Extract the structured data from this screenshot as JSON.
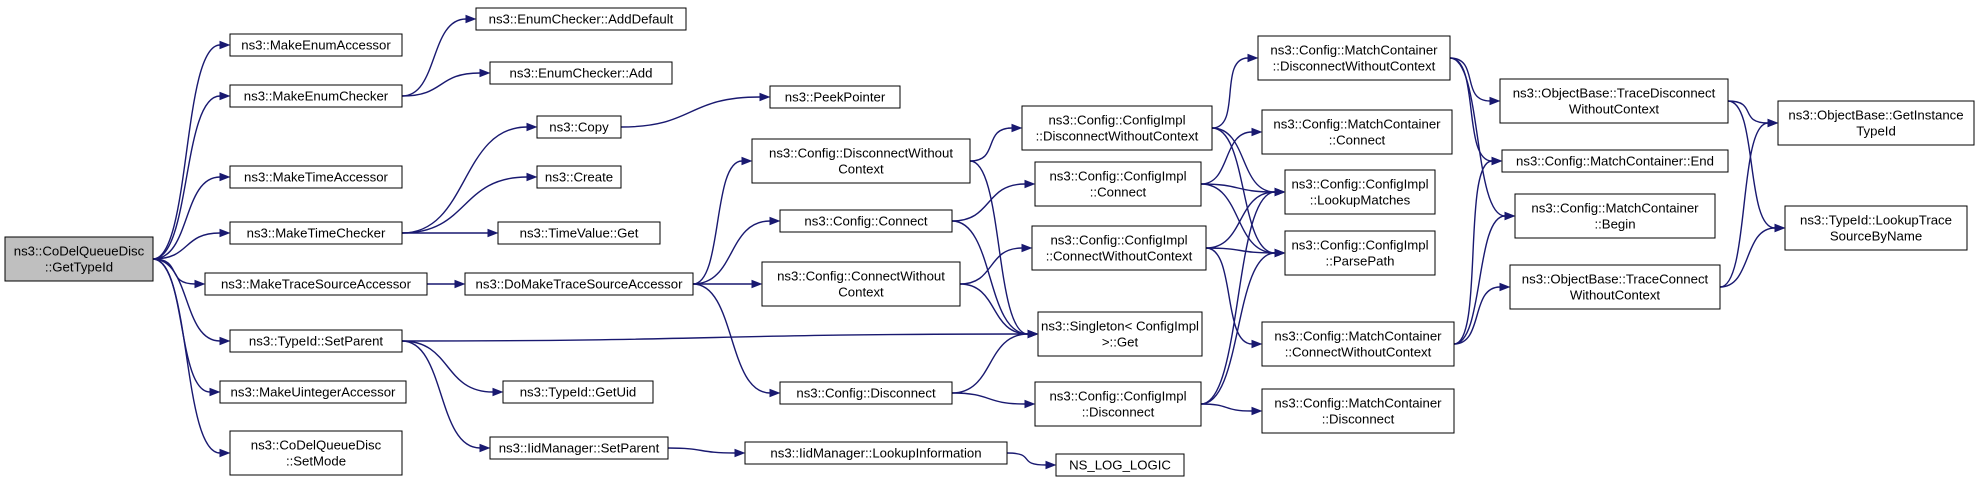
{
  "graph": {
    "nodes": [
      {
        "id": "root",
        "label": [
          "ns3::CoDelQueueDisc",
          "::GetTypeId"
        ],
        "root": true
      },
      {
        "id": "makeEnumAccessor",
        "label": [
          "ns3::MakeEnumAccessor"
        ]
      },
      {
        "id": "makeEnumChecker",
        "label": [
          "ns3::MakeEnumChecker"
        ]
      },
      {
        "id": "makeTimeAccessor",
        "label": [
          "ns3::MakeTimeAccessor"
        ]
      },
      {
        "id": "makeTimeChecker",
        "label": [
          "ns3::MakeTimeChecker"
        ]
      },
      {
        "id": "makeTraceSourceAccessor",
        "label": [
          "ns3::MakeTraceSourceAccessor"
        ]
      },
      {
        "id": "typeIdSetParent",
        "label": [
          "ns3::TypeId::SetParent"
        ]
      },
      {
        "id": "makeUintegerAccessor",
        "label": [
          "ns3::MakeUintegerAccessor"
        ]
      },
      {
        "id": "setMode",
        "label": [
          "ns3::CoDelQueueDisc",
          "::SetMode"
        ]
      },
      {
        "id": "enumAddDefault",
        "label": [
          "ns3::EnumChecker::AddDefault"
        ]
      },
      {
        "id": "enumAdd",
        "label": [
          "ns3::EnumChecker::Add"
        ]
      },
      {
        "id": "copy",
        "label": [
          "ns3::Copy"
        ]
      },
      {
        "id": "create",
        "label": [
          "ns3::Create"
        ]
      },
      {
        "id": "timeValueGet",
        "label": [
          "ns3::TimeValue::Get"
        ]
      },
      {
        "id": "doMakeTraceSourceAccessor",
        "label": [
          "ns3::DoMakeTraceSourceAccessor"
        ]
      },
      {
        "id": "typeIdGetUid",
        "label": [
          "ns3::TypeId::GetUid"
        ]
      },
      {
        "id": "iidSetParent",
        "label": [
          "ns3::IidManager::SetParent"
        ]
      },
      {
        "id": "peekPointer",
        "label": [
          "ns3::PeekPointer"
        ]
      },
      {
        "id": "cfgDisconnectWithoutContext",
        "label": [
          "ns3::Config::DisconnectWithout",
          "Context"
        ]
      },
      {
        "id": "cfgConnect",
        "label": [
          "ns3::Config::Connect"
        ]
      },
      {
        "id": "cfgConnectWithoutContext",
        "label": [
          "ns3::Config::ConnectWithout",
          "Context"
        ]
      },
      {
        "id": "cfgDisconnect",
        "label": [
          "ns3::Config::Disconnect"
        ]
      },
      {
        "id": "iidLookupInformation",
        "label": [
          "ns3::IidManager::LookupInformation"
        ]
      },
      {
        "id": "implDisconnectWithoutContext",
        "label": [
          "ns3::Config::ConfigImpl",
          "::DisconnectWithoutContext"
        ]
      },
      {
        "id": "implConnect",
        "label": [
          "ns3::Config::ConfigImpl",
          "::Connect"
        ]
      },
      {
        "id": "implConnectWithoutContext",
        "label": [
          "ns3::Config::ConfigImpl",
          "::ConnectWithoutContext"
        ]
      },
      {
        "id": "singletonGet",
        "label": [
          "ns3::Singleton< ConfigImpl",
          ">::Get"
        ]
      },
      {
        "id": "implDisconnect",
        "label": [
          "ns3::Config::ConfigImpl",
          "::Disconnect"
        ]
      },
      {
        "id": "nsLogLogic",
        "label": [
          "NS_LOG_LOGIC"
        ]
      },
      {
        "id": "mcDisconnectWithoutContext",
        "label": [
          "ns3::Config::MatchContainer",
          "::DisconnectWithoutContext"
        ]
      },
      {
        "id": "mcConnect",
        "label": [
          "ns3::Config::MatchContainer",
          "::Connect"
        ]
      },
      {
        "id": "implLookupMatches",
        "label": [
          "ns3::Config::ConfigImpl",
          "::LookupMatches"
        ]
      },
      {
        "id": "implParsePath",
        "label": [
          "ns3::Config::ConfigImpl",
          "::ParsePath"
        ]
      },
      {
        "id": "mcConnectWithoutContext",
        "label": [
          "ns3::Config::MatchContainer",
          "::ConnectWithoutContext"
        ]
      },
      {
        "id": "mcDisconnect",
        "label": [
          "ns3::Config::MatchContainer",
          "::Disconnect"
        ]
      },
      {
        "id": "obTraceDisconnect",
        "label": [
          "ns3::ObjectBase::TraceDisconnect",
          "WithoutContext"
        ]
      },
      {
        "id": "mcEnd",
        "label": [
          "ns3::Config::MatchContainer::End"
        ]
      },
      {
        "id": "mcBegin",
        "label": [
          "ns3::Config::MatchContainer",
          "::Begin"
        ]
      },
      {
        "id": "obTraceConnect",
        "label": [
          "ns3::ObjectBase::TraceConnect",
          "WithoutContext"
        ]
      },
      {
        "id": "obGetInstanceTypeId",
        "label": [
          "ns3::ObjectBase::GetInstance",
          "TypeId"
        ]
      },
      {
        "id": "lookupTraceSourceByName",
        "label": [
          "ns3::TypeId::LookupTrace",
          "SourceByName"
        ]
      }
    ],
    "edges": [
      [
        "root",
        "makeEnumAccessor"
      ],
      [
        "root",
        "makeEnumChecker"
      ],
      [
        "root",
        "makeTimeAccessor"
      ],
      [
        "root",
        "makeTimeChecker"
      ],
      [
        "root",
        "makeTraceSourceAccessor"
      ],
      [
        "root",
        "typeIdSetParent"
      ],
      [
        "root",
        "makeUintegerAccessor"
      ],
      [
        "root",
        "setMode"
      ],
      [
        "makeEnumChecker",
        "enumAddDefault"
      ],
      [
        "makeEnumChecker",
        "enumAdd"
      ],
      [
        "makeTimeChecker",
        "copy"
      ],
      [
        "makeTimeChecker",
        "create"
      ],
      [
        "makeTimeChecker",
        "timeValueGet"
      ],
      [
        "copy",
        "peekPointer"
      ],
      [
        "makeTraceSourceAccessor",
        "doMakeTraceSourceAccessor"
      ],
      [
        "doMakeTraceSourceAccessor",
        "cfgDisconnectWithoutContext"
      ],
      [
        "doMakeTraceSourceAccessor",
        "cfgConnect"
      ],
      [
        "doMakeTraceSourceAccessor",
        "cfgConnectWithoutContext"
      ],
      [
        "doMakeTraceSourceAccessor",
        "cfgDisconnect"
      ],
      [
        "typeIdSetParent",
        "singletonGet"
      ],
      [
        "typeIdSetParent",
        "typeIdGetUid"
      ],
      [
        "typeIdSetParent",
        "iidSetParent"
      ],
      [
        "iidSetParent",
        "iidLookupInformation"
      ],
      [
        "iidLookupInformation",
        "nsLogLogic"
      ],
      [
        "cfgDisconnectWithoutContext",
        "implDisconnectWithoutContext"
      ],
      [
        "cfgDisconnectWithoutContext",
        "singletonGet"
      ],
      [
        "cfgConnect",
        "implConnect"
      ],
      [
        "cfgConnect",
        "singletonGet"
      ],
      [
        "cfgConnectWithoutContext",
        "implConnectWithoutContext"
      ],
      [
        "cfgConnectWithoutContext",
        "singletonGet"
      ],
      [
        "cfgDisconnect",
        "singletonGet"
      ],
      [
        "cfgDisconnect",
        "implDisconnect"
      ],
      [
        "implDisconnectWithoutContext",
        "mcDisconnectWithoutContext"
      ],
      [
        "implDisconnectWithoutContext",
        "implLookupMatches"
      ],
      [
        "implDisconnectWithoutContext",
        "implParsePath"
      ],
      [
        "implConnect",
        "mcConnect"
      ],
      [
        "implConnect",
        "implLookupMatches"
      ],
      [
        "implConnect",
        "implParsePath"
      ],
      [
        "implConnectWithoutContext",
        "implLookupMatches"
      ],
      [
        "implConnectWithoutContext",
        "implParsePath"
      ],
      [
        "implConnectWithoutContext",
        "mcConnectWithoutContext"
      ],
      [
        "implDisconnect",
        "implLookupMatches"
      ],
      [
        "implDisconnect",
        "implParsePath"
      ],
      [
        "implDisconnect",
        "mcDisconnect"
      ],
      [
        "mcDisconnectWithoutContext",
        "obTraceDisconnect"
      ],
      [
        "mcDisconnectWithoutContext",
        "mcEnd"
      ],
      [
        "mcDisconnectWithoutContext",
        "mcBegin"
      ],
      [
        "mcConnectWithoutContext",
        "mcEnd"
      ],
      [
        "mcConnectWithoutContext",
        "mcBegin"
      ],
      [
        "mcConnectWithoutContext",
        "obTraceConnect"
      ],
      [
        "obTraceDisconnect",
        "obGetInstanceTypeId"
      ],
      [
        "obTraceDisconnect",
        "lookupTraceSourceByName"
      ],
      [
        "obTraceConnect",
        "obGetInstanceTypeId"
      ],
      [
        "obTraceConnect",
        "lookupTraceSourceByName"
      ]
    ]
  }
}
